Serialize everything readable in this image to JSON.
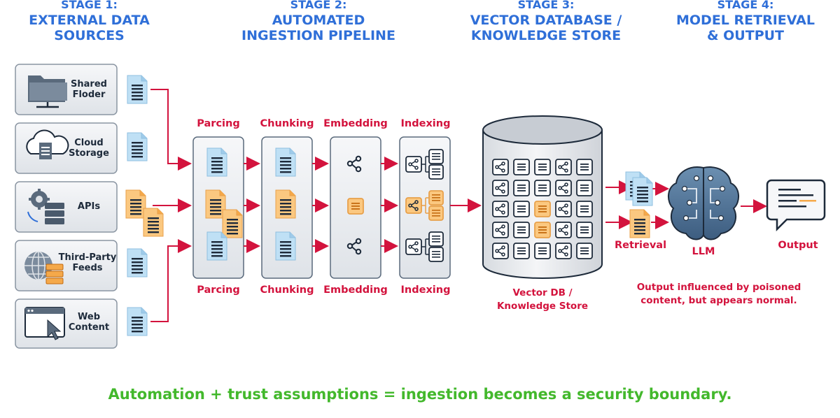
{
  "stages": [
    {
      "number": "STAGE 1:",
      "title": "EXTERNAL DATA\nSOURCES"
    },
    {
      "number": "STAGE 2:",
      "title": "AUTOMATED\nINGESTION PIPELINE"
    },
    {
      "number": "STAGE 3:",
      "title": "VECTOR DATABASE /\nKNOWLEDGE STORE"
    },
    {
      "number": "STAGE 4:",
      "title": "MODEL RETRIEVAL\n& OUTPUT"
    }
  ],
  "sources": [
    {
      "label": "Shared\nFloder",
      "icon": "folder-network-icon"
    },
    {
      "label": "Cloud\nStorage",
      "icon": "cloud-document-icon"
    },
    {
      "label": "APIs",
      "icon": "gear-server-icon"
    },
    {
      "label": "Third-Party\nFeeds",
      "icon": "globe-server-icon"
    },
    {
      "label": "Web\nContent",
      "icon": "browser-cursor-icon"
    }
  ],
  "pipeline": {
    "steps_top": [
      "Parcing",
      "Chunking",
      "Embedding",
      "Indexing"
    ],
    "steps_bottom": [
      "Parcing",
      "Chunking",
      "Embedding",
      "Indexing"
    ]
  },
  "database": {
    "caption": "Vector DB /\nKnowledge Store"
  },
  "output_stage": {
    "retrieval_label": "Retrieval",
    "llm_label": "LLM",
    "output_label": "Output",
    "note": "Output influenced by poisoned\ncontent, but appears normal."
  },
  "footer": "Automation + trust assumptions = ingestion becomes a security boundary.",
  "colors": {
    "accent_blue": "#2f6fd8",
    "alert_red": "#d3133d",
    "footer_green": "#43b82c",
    "poison_orange": "#f5a94a",
    "doc_blue": "#bfe0f5",
    "navy": "#1d2a3a"
  }
}
